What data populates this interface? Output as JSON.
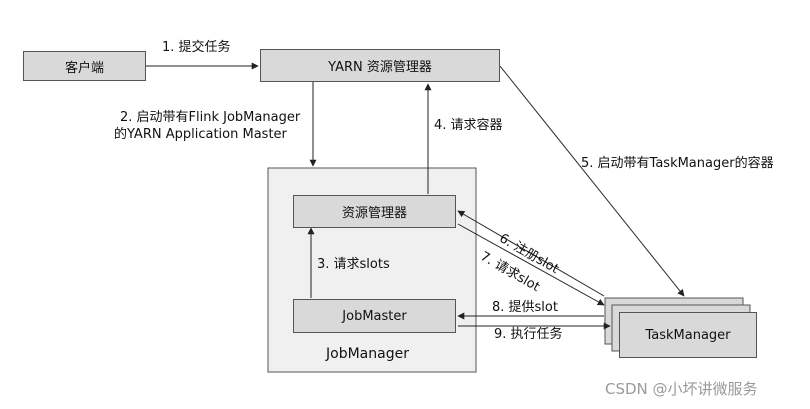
{
  "nodes": {
    "client": "客户端",
    "yarn_rm": "YARN 资源管理器",
    "resource_manager": "资源管理器",
    "job_master": "JobMaster",
    "job_manager_title": "JobManager",
    "task_manager": "TaskManager"
  },
  "edges": {
    "e1": "1. 提交任务",
    "e2_line1": "2. 启动带有Flink JobManager",
    "e2_line2": "的YARN Application Master",
    "e3": "3. 请求slots",
    "e4": "4. 请求容器",
    "e5": "5. 启动带有TaskManager的容器",
    "e6": "6. 注册slot",
    "e7": "7. 请求slot",
    "e8": "8. 提供slot",
    "e9": "9. 执行任务"
  },
  "watermark": "CSDN @小坏讲微服务"
}
